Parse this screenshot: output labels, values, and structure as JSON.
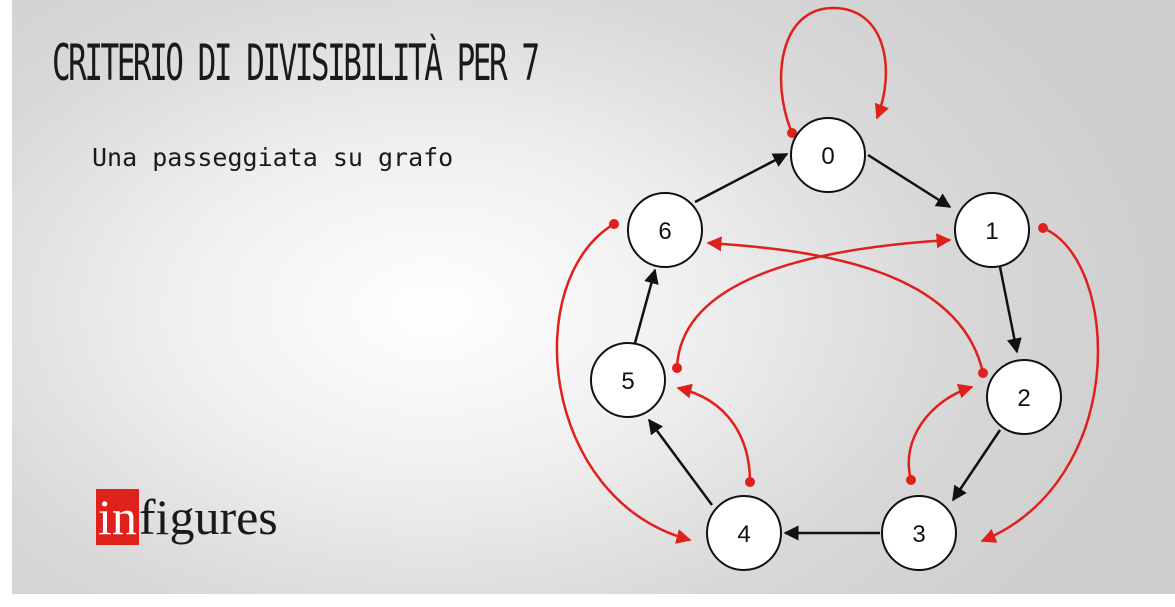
{
  "title": "CRITERIO DI DIVISIBILITÀ PER 7",
  "subtitle": "Una passeggiata su grafo",
  "logo": {
    "highlight": "in",
    "rest": "figures"
  },
  "colors": {
    "black_edge": "#111111",
    "red_edge": "#e0201b",
    "logo_bg": "#e0201b"
  },
  "graph": {
    "nodes": [
      "0",
      "1",
      "2",
      "3",
      "4",
      "5",
      "6"
    ],
    "black_edges": [
      [
        "0",
        "1"
      ],
      [
        "1",
        "2"
      ],
      [
        "2",
        "3"
      ],
      [
        "3",
        "4"
      ],
      [
        "4",
        "5"
      ],
      [
        "5",
        "6"
      ],
      [
        "6",
        "0"
      ]
    ],
    "red_edges": [
      [
        "0",
        "0"
      ],
      [
        "1",
        "3"
      ],
      [
        "2",
        "6"
      ],
      [
        "3",
        "2"
      ],
      [
        "4",
        "5"
      ],
      [
        "5",
        "1"
      ],
      [
        "6",
        "4"
      ]
    ]
  }
}
